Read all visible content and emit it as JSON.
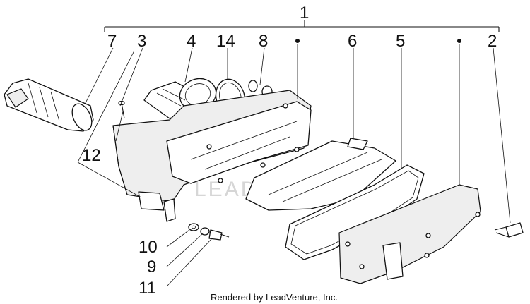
{
  "diagram": {
    "watermark": "LEADVENTURE",
    "footer": "Rendered by LeadVenture, Inc.",
    "callouts": [
      {
        "id": "1",
        "label": "1"
      },
      {
        "id": "2",
        "label": "2"
      },
      {
        "id": "3",
        "label": "3"
      },
      {
        "id": "4",
        "label": "4"
      },
      {
        "id": "5",
        "label": "5"
      },
      {
        "id": "6",
        "label": "6"
      },
      {
        "id": "7",
        "label": "7"
      },
      {
        "id": "8",
        "label": "8"
      },
      {
        "id": "9",
        "label": "9"
      },
      {
        "id": "10",
        "label": "10"
      },
      {
        "id": "11",
        "label": "11"
      },
      {
        "id": "12",
        "label": "12"
      },
      {
        "id": "14",
        "label": "14"
      }
    ]
  }
}
